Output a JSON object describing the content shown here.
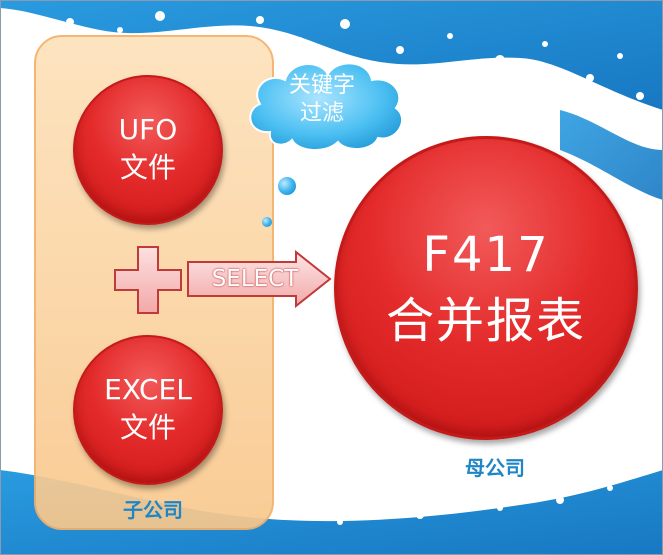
{
  "subsidiary": {
    "label": "子公司",
    "ufo": {
      "line1": "UFO",
      "line2": "文件"
    },
    "excel": {
      "line1": "EXCEL",
      "line2": "文件"
    }
  },
  "arrow_label": "SELECT",
  "cloud_label": {
    "line1": "关键字",
    "line2": "过滤"
  },
  "parent": {
    "label": "母公司",
    "report": {
      "line1": "F417",
      "line2": "合并报表"
    }
  },
  "colors": {
    "ball_red": "#e42b2b",
    "panel_fill": "#f9c88d",
    "cloud_blue": "#4cc0f2",
    "caption_blue": "#1f86c6",
    "wave_blue": "#1f8fd8"
  }
}
